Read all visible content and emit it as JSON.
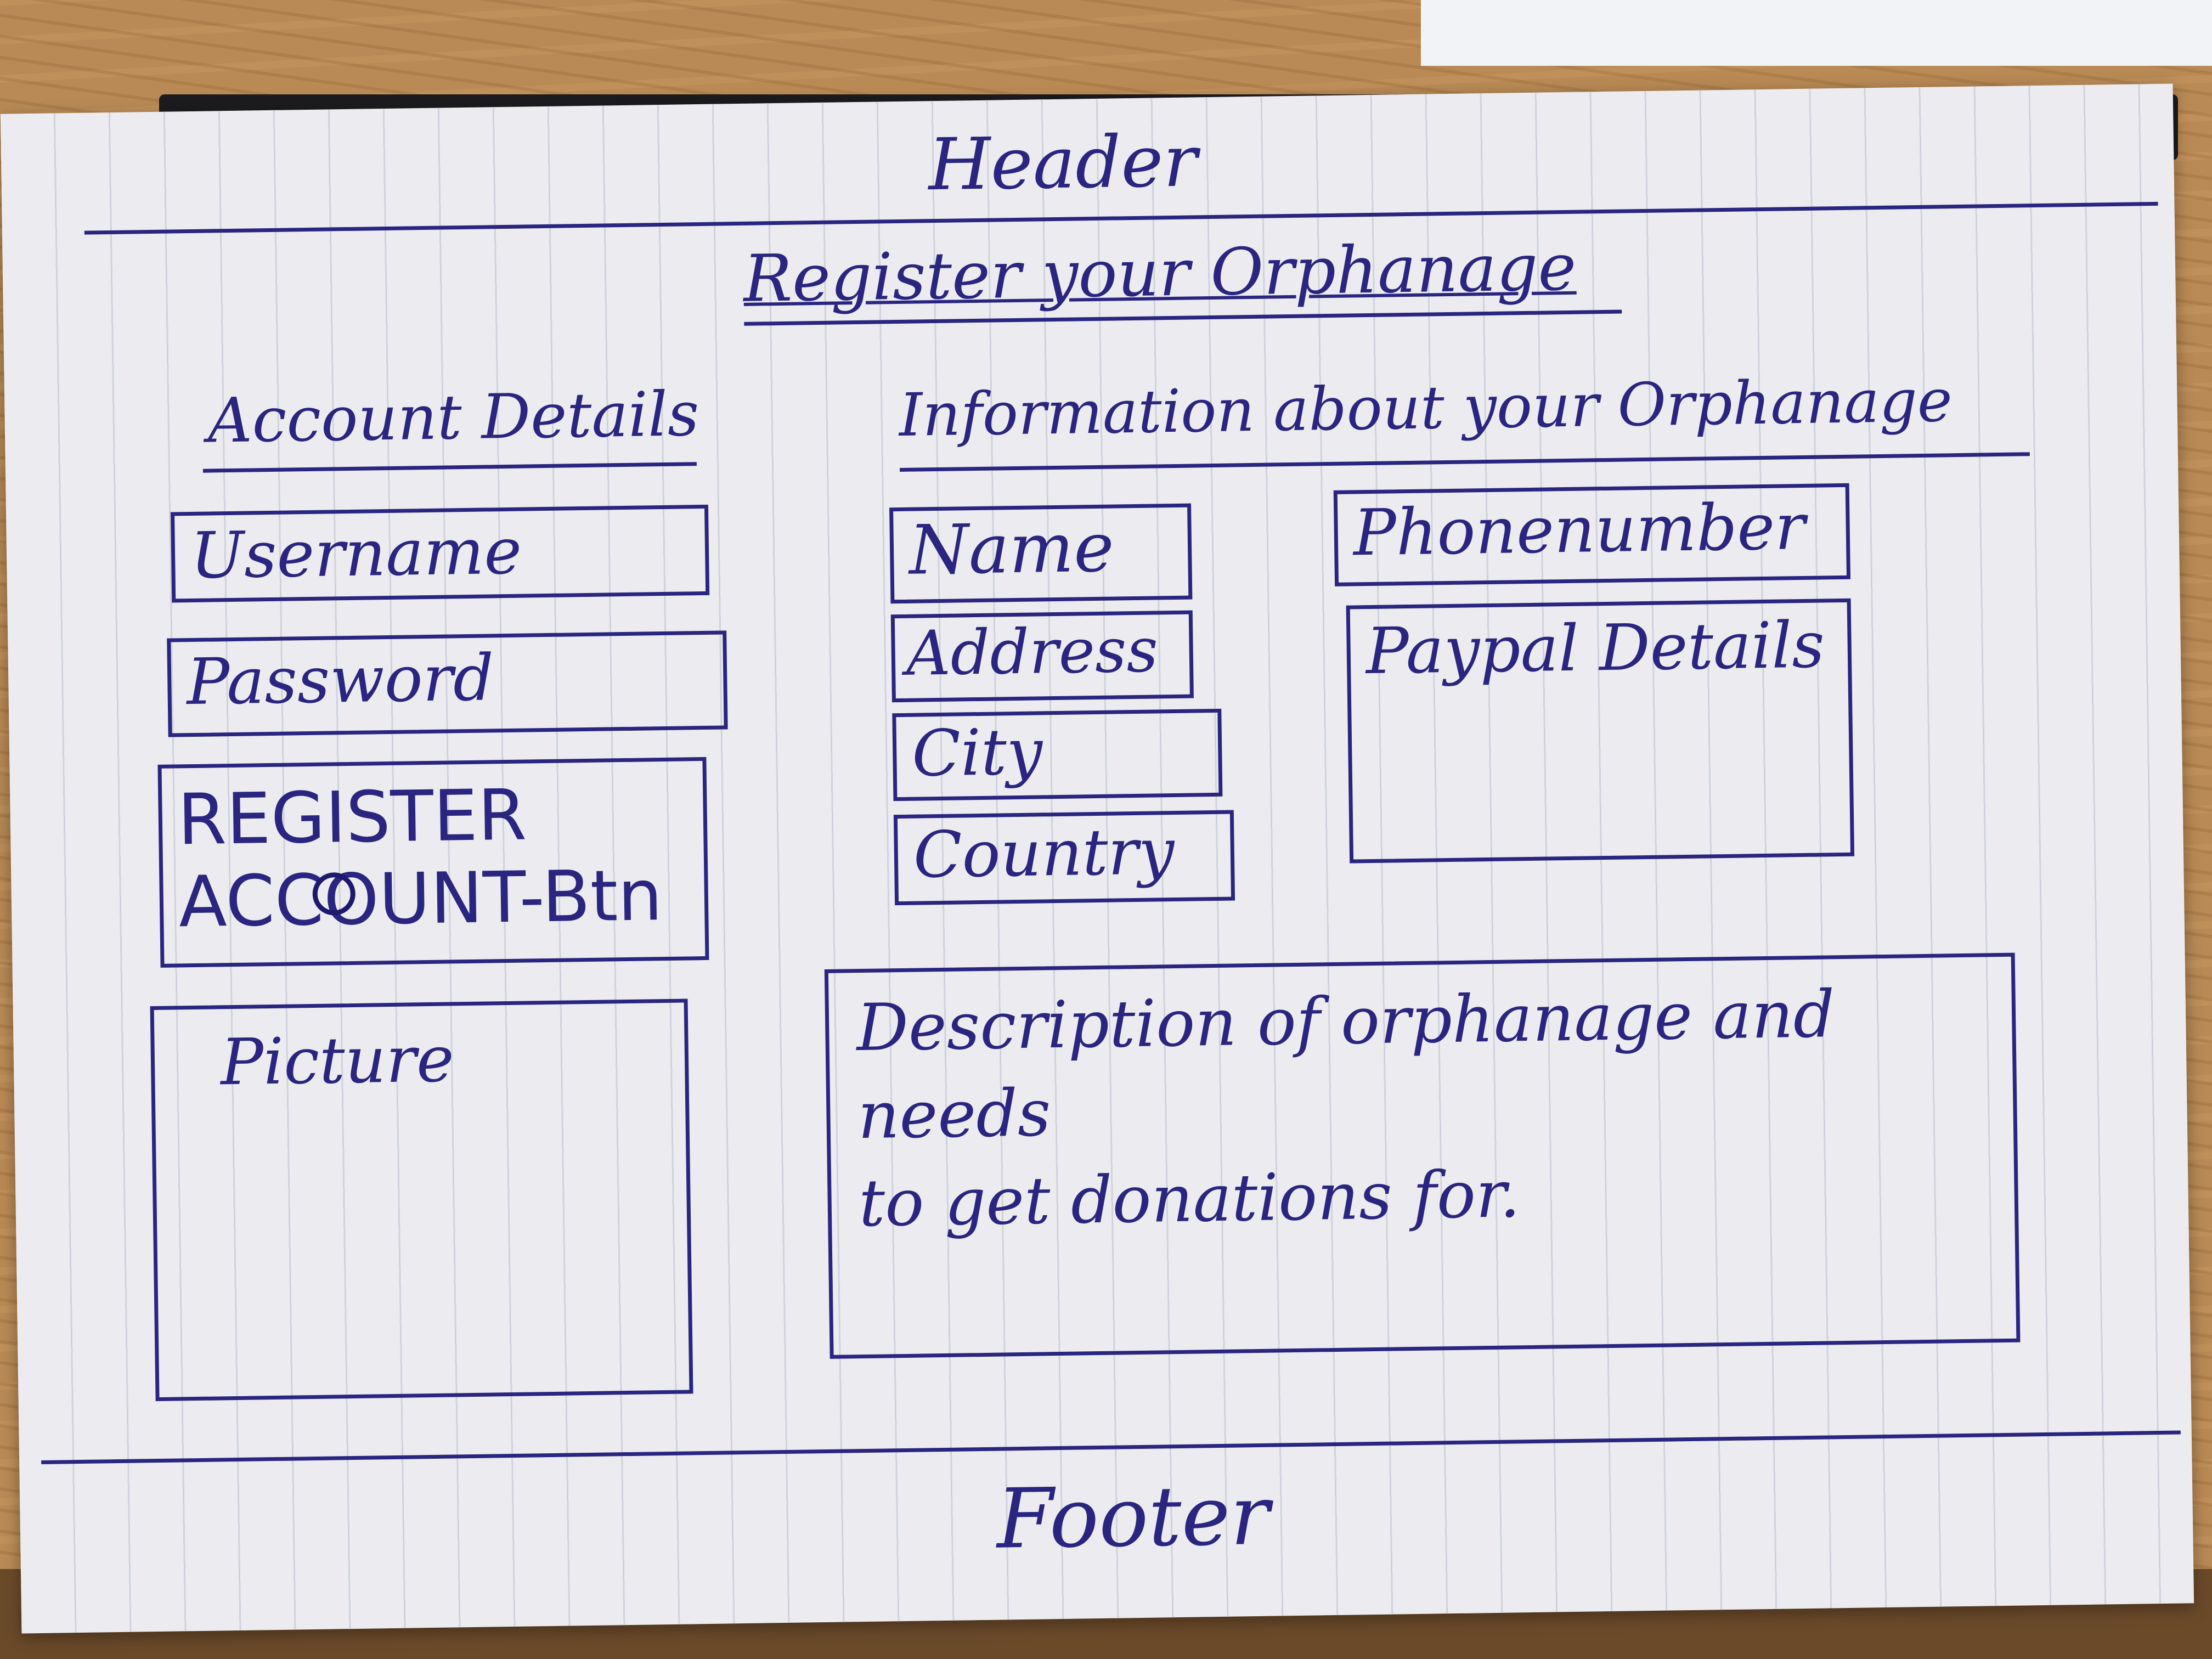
{
  "header": {
    "label": "Header"
  },
  "page": {
    "title": "Register your Orphanage"
  },
  "account": {
    "heading": "Account Details",
    "username_label": "Username",
    "password_label": "Password",
    "register_button_label": "REGISTER\nACCOUNT-Btn",
    "picture_label": "Picture"
  },
  "orphanage": {
    "heading": "Information about your Orphanage",
    "name_label": "Name",
    "address_label": "Address",
    "city_label": "City",
    "country_label": "Country",
    "phone_label": "Phonenumber",
    "paypal_label": "Paypal Details",
    "description_label": "Description of orphanage and needs\nto get donations for."
  },
  "footer": {
    "label": "Footer"
  },
  "colors": {
    "ink": "#2a2580",
    "paper": "#ececf0",
    "desk": "#b98a55"
  }
}
